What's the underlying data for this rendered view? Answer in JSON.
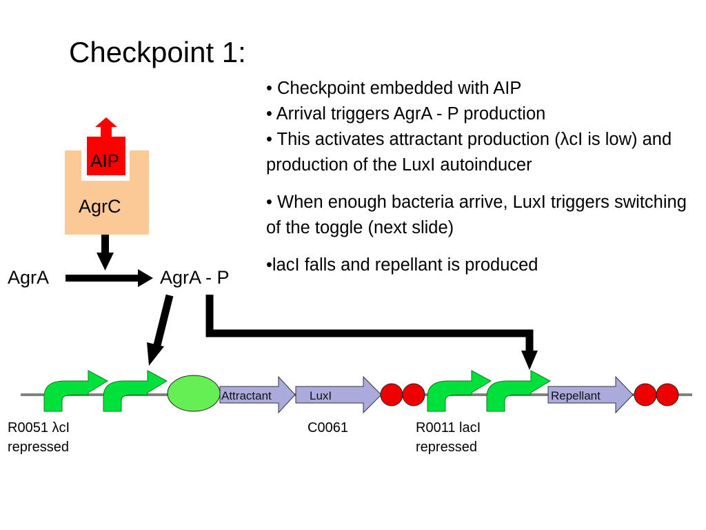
{
  "title": "Checkpoint 1:",
  "bullets": [
    "• Checkpoint embedded with AIP",
    "• Arrival triggers AgrA - P production",
    "• This activates attractant production (λcI is low) and production of the LuxI autoinducer",
    "• When enough bacteria arrive, LuxI triggers switching of the toggle (next slide)",
    "•lacI falls and repellant is produced"
  ],
  "receptor": {
    "signal_label": "AIP",
    "receptor_label": "AgrC",
    "signal_color": "#ff0000",
    "receptor_color": "#fbc996"
  },
  "pathway": {
    "substrate": "AgrA",
    "product": "AgrA - P"
  },
  "construct": {
    "parts": [
      {
        "type": "promoter",
        "name": "promoter-1"
      },
      {
        "type": "promoter",
        "name": "promoter-2"
      },
      {
        "type": "rbs",
        "name": "rbs"
      },
      {
        "type": "coding",
        "label": "Attractant"
      },
      {
        "type": "coding",
        "label": "LuxI"
      },
      {
        "type": "terminator",
        "name": "terminator-1"
      },
      {
        "type": "terminator",
        "name": "terminator-2"
      },
      {
        "type": "promoter",
        "name": "promoter-3"
      },
      {
        "type": "promoter",
        "name": "promoter-4"
      },
      {
        "type": "coding",
        "label": "Repellant"
      },
      {
        "type": "terminator",
        "name": "terminator-3"
      },
      {
        "type": "terminator",
        "name": "terminator-4"
      }
    ],
    "labels": {
      "left_line1": "R0051 λcI",
      "left_line2": "repressed",
      "middle": "C0061",
      "right_line1": "R0011 lacI",
      "right_line2": "repressed"
    },
    "colors": {
      "promoter": "#00e13c",
      "rbs": "#66ee55",
      "coding": "#aaaadd",
      "terminator": "#ee0000",
      "backbone": "#808080"
    }
  }
}
